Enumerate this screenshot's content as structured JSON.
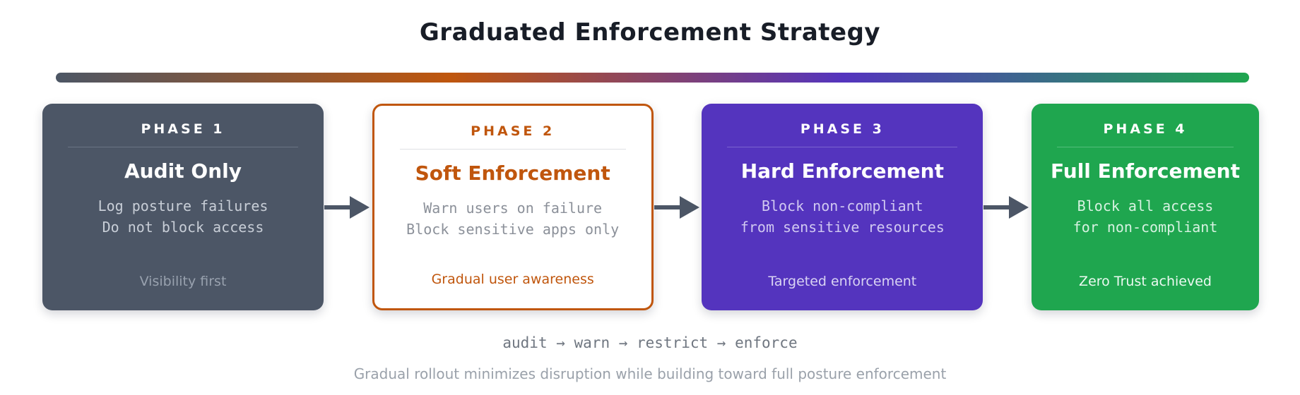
{
  "title": "Graduated Enforcement Strategy",
  "colors": {
    "slate": "#4c5666",
    "orange": "#c0560d",
    "purple": "#5434be",
    "green": "#1fa64f",
    "arrow": "#4c5666",
    "gradient_bar": [
      "#4c5665",
      "#bf560d",
      "#5434be",
      "#1fa64f"
    ]
  },
  "phases": [
    {
      "label": "PHASE 1",
      "name": "Audit Only",
      "lines": [
        "Log posture failures",
        "Do not block access"
      ],
      "note": "Visibility first"
    },
    {
      "label": "PHASE 2",
      "name": "Soft Enforcement",
      "lines": [
        "Warn users on failure",
        "Block sensitive apps only"
      ],
      "note": "Gradual user awareness"
    },
    {
      "label": "PHASE 3",
      "name": "Hard Enforcement",
      "lines": [
        "Block non-compliant",
        "from sensitive resources"
      ],
      "note": "Targeted enforcement"
    },
    {
      "label": "PHASE 4",
      "name": "Full Enforcement",
      "lines": [
        "Block all access",
        "for non-compliant"
      ],
      "note": "Zero Trust achieved"
    }
  ],
  "footer": {
    "flow": "audit → warn → restrict → enforce",
    "caption": "Gradual rollout minimizes disruption while building toward full posture enforcement"
  }
}
